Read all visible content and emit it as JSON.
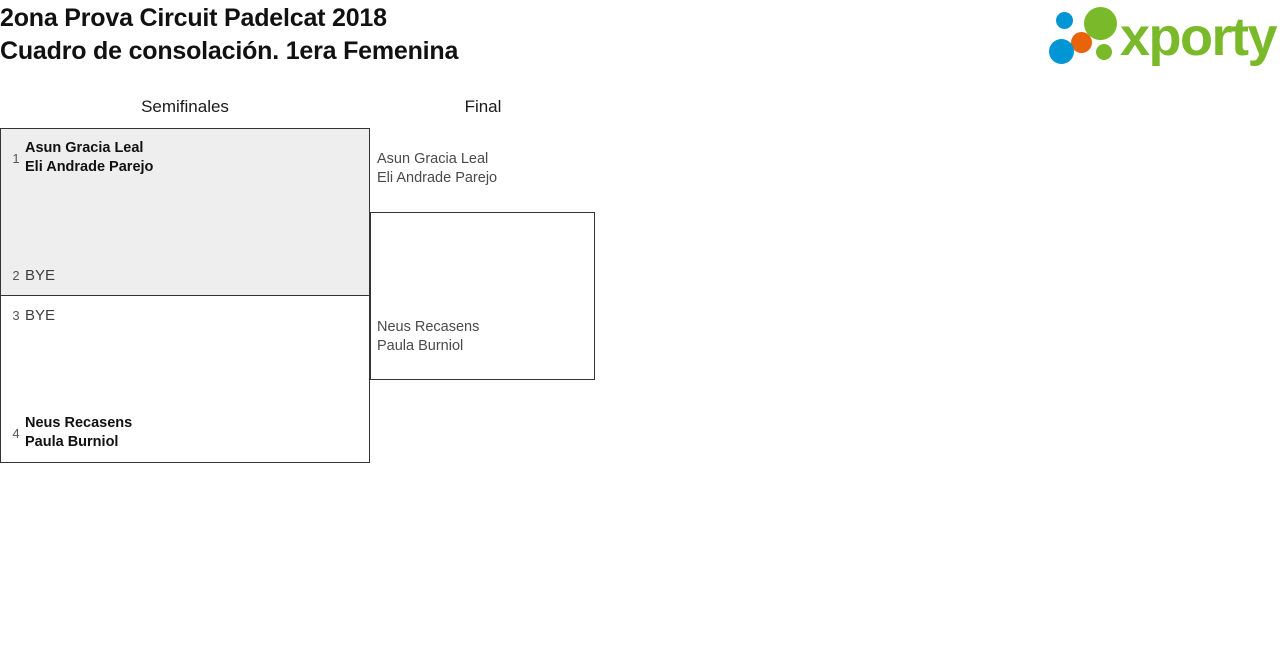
{
  "header": {
    "title_line1": "2ona Prova Circuit Padelcat 2018",
    "title_line2": "Cuadro de consolación. 1era Femenina",
    "logo": {
      "wordmark": "xporty",
      "dot_colors": {
        "blue": "#0096d6",
        "orange": "#e8630a",
        "green": "#7ab929"
      }
    }
  },
  "bracket": {
    "rounds": [
      {
        "name": "semifinales",
        "label": "Semifinales"
      },
      {
        "name": "final",
        "label": "Final"
      }
    ],
    "matches": [
      {
        "id": "semi-1",
        "round": "Semifinales",
        "shaded": true,
        "top": {
          "seed": "1",
          "line1": "Asun Gracia Leal",
          "line2": "Eli Andrade Parejo"
        },
        "bottom": {
          "seed": "2",
          "line1": "BYE",
          "line2": ""
        }
      },
      {
        "id": "semi-2",
        "round": "Semifinales",
        "shaded": false,
        "top": {
          "seed": "3",
          "line1": "BYE",
          "line2": ""
        },
        "bottom": {
          "seed": "4",
          "line1": "Neus Recasens",
          "line2": "Paula Burniol"
        }
      }
    ],
    "final": {
      "id": "final-1",
      "round": "Final",
      "top": {
        "line1": "Asun Gracia Leal",
        "line2": "Eli Andrade Parejo"
      },
      "bottom": {
        "line1": "Neus Recasens",
        "line2": "Paula Burniol"
      }
    }
  }
}
